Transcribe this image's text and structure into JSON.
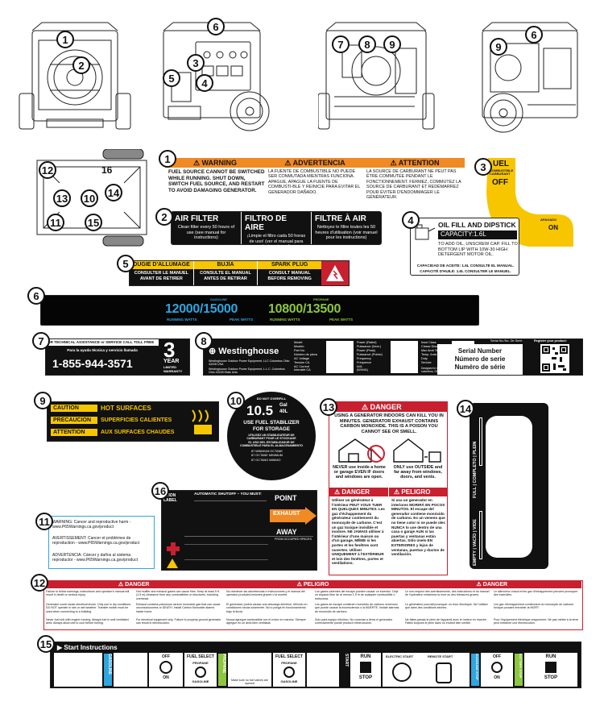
{
  "callouts": [
    "1",
    "2",
    "3",
    "4",
    "5",
    "6",
    "6",
    "7",
    "8",
    "9",
    "6",
    "9",
    "12",
    "16",
    "13",
    "10",
    "14",
    "11",
    "15",
    "1",
    "2",
    "3",
    "4",
    "5",
    "6",
    "7",
    "8",
    "9",
    "10",
    "11",
    "12",
    "13",
    "14",
    "15",
    "16"
  ],
  "labels": {
    "l1": {
      "hdr_warning": "WARNING",
      "hdr_advertencia": "ADVERTENCIA",
      "hdr_attention": "ATTENTION",
      "en": "FUEL SOURCE CANNOT BE SWITCHED WHILE RUNNING. SHUT DOWN, SWITCH FUEL SOURCE, AND RESTART TO AVOID DAMAGING GENERATOR.",
      "es": "LA FUENTE DE COMBUSTIBLE NO PUEDE SER CONMUTADA MIENTRAS FUNCIONA. APAGUE, APAGUE LA FUENTE DE COMBUSTI-BLE Y REINICIE PARA EVITAR EL GENERADOR DAÑADO.",
      "fr": "LA SOURCE DE CARBURANT NE PEUT PAS ÊTRE COMMUTÉE PENDANT LE FONCTIONNEMENT. FERMEZ, COMMUTEZ LA SOURCE DE CARBURANT ET REDÉMARREZ POUR ÉVITER D'ENDOMMAGER LE GÉNÉRATEUR."
    },
    "l2": {
      "t1": "AIR FILTER",
      "d1": "Clean filter every 50 hours of use (see manual for instructions)",
      "t2": "FILTRO DE AIRE",
      "d2": "¡Limpie el filtro cada 50 horas de uso! (ver el manual para instrucciones)",
      "t3": "FILTRE À AIR",
      "d3": "Nettoyez le filtre toutes les 50 heures d'utilisation (voir manuel pour les instructions)"
    },
    "l3": {
      "uel": "UEL",
      "sub": "COMBUSTIBLE CARBURANT",
      "off": "OFF",
      "apagado": "APAGADO",
      "on": "ON"
    },
    "l4": {
      "title": "OIL FILL AND DIPSTICK",
      "cap": "CAPACITY:1.6L",
      "body": "TO ADD OIL, UNSCREW CAP. FILL TO BOTTOM LIP WITH 10W-30 HIGH DETERGENT MOTOR OIL.",
      "es": "CAPACIDAD DE ACEITE: 1.6L CONSULTE EL MANUAL.",
      "fr": "CAPACITÉ D'HUILE: 1.6L CONSULTER LE MANUEL."
    },
    "l5": {
      "t1": "OUGIE D'ALLUMAGE",
      "t2": "BUJÍA",
      "t3": "SPARK PLUG",
      "d1": "CONSULTER LE MANUEL AVANT DE RETIRER",
      "d2": "CONSULTE EL MANUAL ANTES DE RETIRAR",
      "d3": "CONSULT MANUAL BEFORE REMOVING"
    },
    "l6": {
      "gas_hdr": "GASOLINE",
      "gas_val": "12000/15000",
      "gas_run": "RUNNING WATTS",
      "gas_peak": "PEAK WATTS",
      "pro_hdr": "PROPANE",
      "pro_val": "10800/13500",
      "pro_run": "RUNNING WATTS",
      "pro_peak": "PEAK WATTS"
    },
    "l7": {
      "hdr": "OR TECHNICAL ASSISTANCE or SERVICE CALL TOLL FREE",
      "sub": "Para la ayuda técnica y servicio llamada",
      "phone": "1-855-944-3571",
      "years": "3",
      "year_word": "YEAR",
      "limited": "LIMITED",
      "warranty": "WARRANTY"
    },
    "l8": {
      "brand": "Westinghouse",
      "company": "Westinghouse Outdoor Power Equipment, LLC Columbus Ohio 43228 USA",
      "company2": "Westinghouse Outdoor Power Equipment, L.L.C. Columbus Ohio 43228 Etats Unis",
      "c1": [
        "Model",
        "Modelo",
        "Part No.",
        "Número de pieza",
        "AC Voltage",
        "Tensión CA",
        "AC Current",
        "Intensité CA"
      ],
      "c2": [
        "Power (Rated)",
        "Puissance (Nom.)",
        "Power (Peak)",
        "Puissance (Pointe)",
        "Frequency",
        "Fréquence",
        "kVA",
        "(W/kVA)"
      ],
      "c3": [
        "Insul Class",
        "Classe Disol.",
        "Max Amb Temp",
        "Temp. Amb. Max",
        "Duty",
        "Service"
      ],
      "foot": "Designed in Columbus, Ohio USA. Conçu à colombus, Ohio, Etats Unis",
      "serial_top": "Serial No./No. De Serie",
      "serial_en": "Serial Number",
      "serial_es": "Número de serie",
      "serial_fr": "Numéro de série",
      "register": "Register your product:"
    },
    "l9": {
      "r1": "CAUTION",
      "r1b": "HOT SURFACES",
      "r2": "PRECAUCIÓN",
      "r2b": "SUPERFICIES CALIENTES",
      "r3": "ATTENTION",
      "r3b": "AUX SURFACES CHAUDES"
    },
    "l10": {
      "top": "DO NOT OVERFILL",
      "big": "10.5",
      "gal": "Gal",
      "l": "40L",
      "t1": "USE FUEL STABILIZER",
      "t2": "FOR STORAGE",
      "t3": "UTILISEZ UN STABILISATEUR DE CARBURANT POUR LE STOCKAGE",
      "t4": "EL USO DEL ESTABILIZADOR DE COMBUSTIBLE PARA EL ALMACENAMIENTO",
      "o1": "87 MINIMUM OCTANE",
      "o2": "87 OCTANE MINIMUM",
      "o3": "87 OCTANO MINIMO"
    },
    "l11": {
      "en": "WARNING: Cancer and reproductive harm - www.P65Warnings.ca.gov/product",
      "fr": "AVERTISSEMENT: Cancer et problèmes de reproduction - www.P65Warnings.ca.gov/product",
      "es": "ADVERTENCIA: Cáncer y daños al sistema reproductor - www.P65Warnings.ca.gov/product"
    },
    "l12": {
      "d1": "DANGER",
      "d2": "PELIGRO",
      "d3": "DANGER",
      "p1": "Failure to follow warnings, instructions and operator's manual will result in death or serious injury.",
      "p2": "Generator could cause electrical shock. Only use in dry conditions. DO NOT operate in rain or wet weather. Transfer switch must be used when connecting to a building.",
      "p3": "Never fuel unit with engine running. Always fuel in well ventilated area. Always allow unit to cool before fueling.",
      "p4": "Hot muffler and exhaust gases can cause fires. Keep at least 5 ft. (1.5 m) clearance from any combustibles or structures, including overhead.",
      "p5": "Exhaust contains poisonous carbon monoxide gas that can cause unconsciousness or DEATH. Install Carbon Monoxide alarms inside home.",
      "p6": "For electrical equipment only. Failure to properly ground generator can result in electrocution.",
      "p7": "No obedecer las advertencias e instrucciones y el manual del operador producirá lesiones graves o la muerte.",
      "p8": "El generador podría causar una descarga eléctrica. Utilícelo en condiciones secas solamente. No lo ponga en funcionamiento bajo la lluvia.",
      "p9": "Nunca agregue combustible con el motor en marcha. Siempre agregue en un área bien ventilada.",
      "p10": "Los gases calientes del escape pueden causar un incendio. Deje un espacio libre de al menos 1.5 m de cualquier combustible o estructura.",
      "p11": "Los gases de escape contienen monóxido de carbono venenoso que puede causar la inconsciencia o la MUERTE. Instale alarmas de monóxido de carbono.",
      "p12": "Solo para equipo eléctrico. No conectar a tierra el generador correctamente puede producir electrocución.",
      "p13": "Le non-respect des avertissements, des instructions et du manuel de l'opérateur entraînera la mort ou des blessures graves.",
      "p14": "Le générateur pourrait provoquer un choc électrique. Ne l'utilisez que dans des conditions sèches.",
      "p15": "Ne faites jamais le plein de l'appareil avec le moteur en marche. Faites toujours le plein dans un endroit bien ventilé.",
      "p16": "Le silencieux chaud et les gaz d'échappement peuvent provoquer des incendies.",
      "p17": "Les gaz d'échappement contiennent du monoxyde de carbone toxique pouvant entraîner la MORT.",
      "p18": "Pour l'équipement électrique uniquement. Ne pas mettre à la terre peut entraîner une électrocution."
    },
    "l13": {
      "hdr": "DANGER",
      "body": "USING A GENERATOR INDOORS CAN KILL YOU IN MINUTES. GENERATOR EXHAUST CONTAINS CARBON MONOXIDE. THIS IS A POISON YOU CANNOT SEE OR SMELL.",
      "never": "NEVER use inside a home or garage EVEN IF doors and windows are open.",
      "only": "ONLY use OUTSIDE and far away from windows, doors, and vents.",
      "fr_hdr": "DANGER",
      "es_hdr": "PELIGRO",
      "fr": "Utiliser un générateur à l'intérieur PEUT VOUS TUER EN QUELQUES MINUTES. Les gaz d'échappement du générateur contiennent du monoxyde de carbone. C'est un gaz toxique invisible et inodore. NE JAMAIS utiliser à l'intérieur d'une maison ou d'un garage, MÊME si les portes et les fenêtres sont ouvertes. Utiliser UNIQUEMENT à l'EXTÉRIEUR et loin des fenêtres, portes et ventilations.",
      "es": "Si usa un generador en interiores MORIRÁ EN POCOS MINUTOS. El escape del generador contiene monóxido de carbono. Es un veneno que no tiene color ni se puede oler. NUNCA lo use dentro de una casa o garaje AUN si las puertas y ventanas están abiertas. Sólo úselo EN EXTERIORES y lejos de ventanas, puertas y ductos de ventilación."
    },
    "l14": {
      "full": "FULL | COMPLETO | PLEIN",
      "empty": "EMPTY | VACÍO | VIDE"
    },
    "l15": {
      "title": "Start Instructions",
      "gasoline": "GASOLINE",
      "propane": "PROPANE",
      "off": "OFF",
      "on": "ON",
      "fuel_select": "FUEL SELECT",
      "gasoline2": "GASOLINE",
      "start": "START",
      "run": "RUN",
      "stop": "STOP",
      "electric": "ELECTRIC START",
      "remote": "REMOTE START",
      "gas_stop": "GASOLINE STOP",
      "battery_stop": "BATTERY STOP",
      "propane_note": "Make sure no fuel valves are opened",
      "run2": "RUN",
      "stop2": "STOP"
    },
    "l16": {
      "auto": "AUTOMATIC SHUTOFF – YOU MUST:",
      "point": "POINT",
      "exhaust": "EXHAUST",
      "away": "AWAY",
      "away_sub": "FROM OCCUPIED SPACES",
      "lbl": "ETION LABEL"
    }
  },
  "colors": {
    "warning_orange": "#f08a24",
    "danger_red": "#c8202f",
    "caution_yellow": "#f7c600",
    "gas_blue": "#2ea6e0",
    "propane_green": "#8dc63f"
  }
}
